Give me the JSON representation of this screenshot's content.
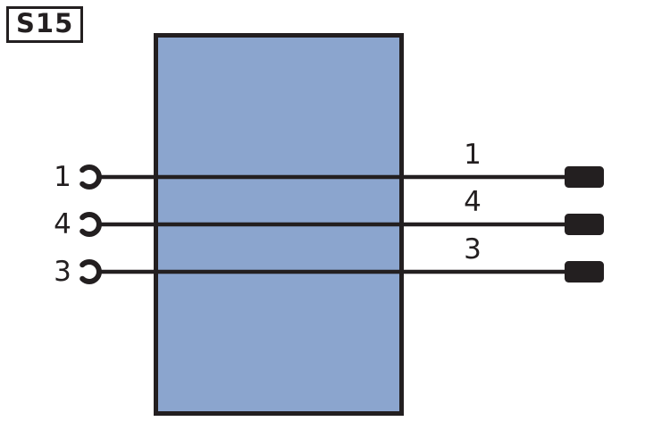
{
  "diagram": {
    "component_id": "S15",
    "rows": [
      {
        "pin": "1",
        "wire": "1"
      },
      {
        "pin": "4",
        "wire": "4"
      },
      {
        "pin": "3",
        "wire": "3"
      }
    ]
  },
  "colors": {
    "background": "#ffffff",
    "line_color": "#231f20",
    "component_fill": "#8ba5ce"
  }
}
